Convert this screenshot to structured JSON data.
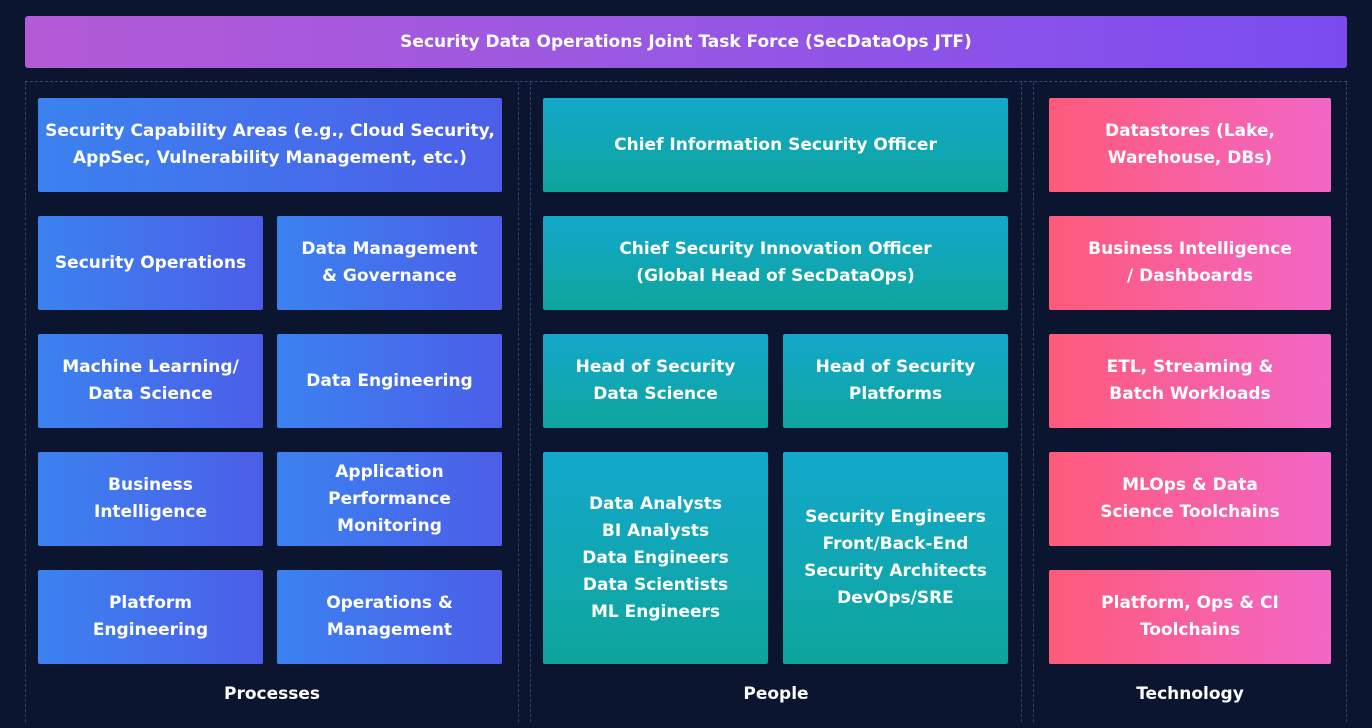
{
  "title": "Security Data Operations Joint Task Force (SecDataOps JTF)",
  "colors": {
    "background": "#0b1530",
    "title_gradient": [
      "#b45ad6",
      "#7a4cf0"
    ],
    "processes_gradient": [
      "#3b82f0",
      "#4c5ee8"
    ],
    "people_gradient": [
      "#13a8cc",
      "#0ea59c"
    ],
    "technology_gradient": [
      "#fe5a7a",
      "#f266c6"
    ]
  },
  "processes": {
    "label": "Processes",
    "items": [
      "Security Capability Areas (e.g., Cloud Security,\nAppSec, Vulnerability Management, etc.)",
      "Security Operations",
      "Data Management\n& Governance",
      "Machine Learning/\nData Science",
      "Data Engineering",
      "Business\nIntelligence",
      "Application\nPerformance\nMonitoring",
      "Platform\nEngineering",
      "Operations &\nManagement"
    ]
  },
  "people": {
    "label": "People",
    "items": [
      "Chief Information Security Officer",
      "Chief Security Innovation Officer\n(Global Head of SecDataOps)",
      "Head of Security\nData Science",
      "Head of Security\nPlatforms",
      "Data Analysts\nBI Analysts\nData Engineers\nData Scientists\nML Engineers",
      "Security Engineers\nFront/Back-End\nSecurity Architects\nDevOps/SRE"
    ]
  },
  "technology": {
    "label": "Technology",
    "items": [
      "Datastores (Lake,\nWarehouse, DBs)",
      "Business Intelligence\n/ Dashboards",
      "ETL, Streaming &\nBatch Workloads",
      "MLOps & Data\nScience Toolchains",
      "Platform, Ops & CI\nToolchains"
    ]
  }
}
